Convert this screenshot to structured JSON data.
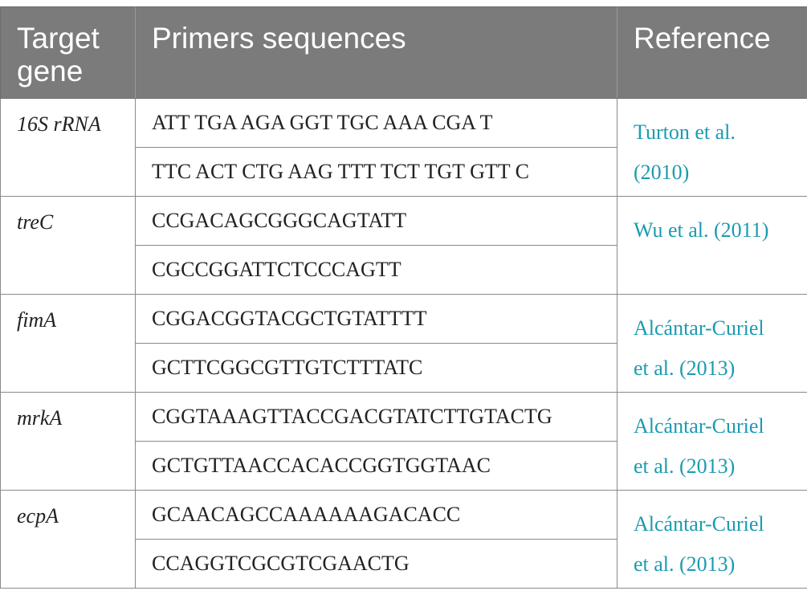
{
  "header": {
    "target_gene": "Target gene",
    "primers": "Primers sequences",
    "reference": "Reference"
  },
  "rows": [
    {
      "gene": "16S rRNA",
      "primers": [
        "ATT TGA AGA GGT TGC AAA CGA T",
        "TTC ACT CTG AAG TTT TCT TGT GTT C"
      ],
      "reference_line1": "Turton et al.",
      "reference_line2": "(2010)"
    },
    {
      "gene": "treC",
      "primers": [
        "CCGACAGCGGGCAGTATT",
        "CGCCGGATTCTCCCAGTT"
      ],
      "reference_line1": "Wu et al. (2011)",
      "reference_line2": ""
    },
    {
      "gene": "fimA",
      "primers": [
        "CGGACGGTACGCTGTATTTT",
        "GCTTCGGCGTTGTCTTTATC"
      ],
      "reference_line1": "Alcántar-Curiel",
      "reference_line2": "et al. (2013)"
    },
    {
      "gene": "mrkA",
      "primers": [
        "CGGTAAAGTTACCGACGTATCTTGTACTG",
        "GCTGTTAACCACACCGGTGGTAAC"
      ],
      "reference_line1": "Alcántar-Curiel",
      "reference_line2": "et al. (2013)"
    },
    {
      "gene": "ecpA",
      "primers": [
        "GCAACAGCCAAAAAAGACACC",
        "CCAGGTCGCGTCGAACTG"
      ],
      "reference_line1": "Alcántar-Curiel",
      "reference_line2": "et al. (2013)"
    }
  ],
  "colors": {
    "header_bg": "#7b7b7b",
    "header_text": "#ffffff",
    "reference_link": "#1a9bb0"
  }
}
